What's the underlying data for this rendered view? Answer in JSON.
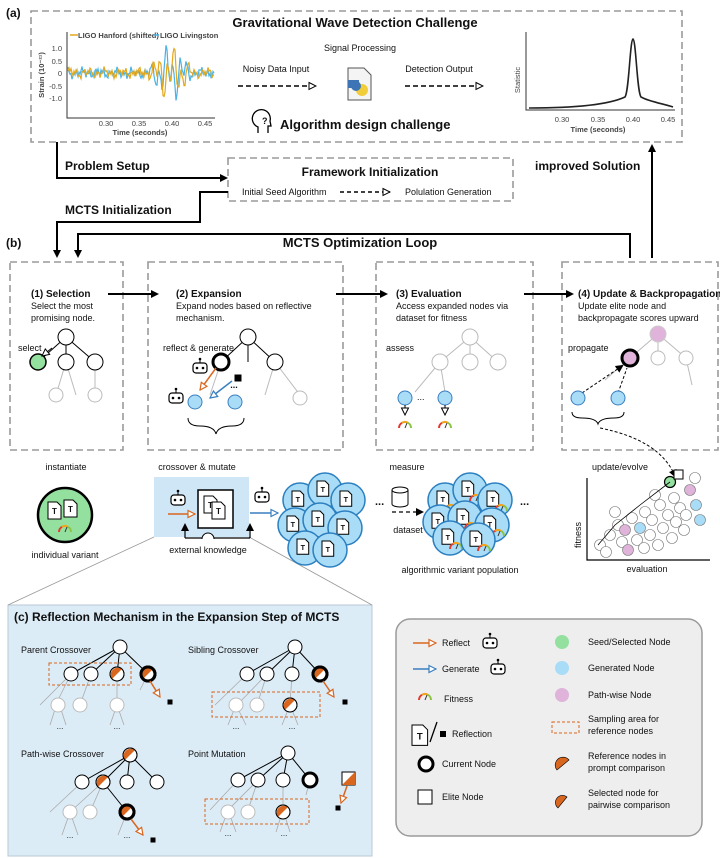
{
  "panel_a": {
    "label": "(a)",
    "title": "Gravitational Wave Detection Challenge",
    "legend_hanford": "LIGO Hanford (shifted)",
    "legend_livingston": "LIGO Livingston",
    "strain_ylabel": "Strain (10⁻²¹)",
    "strain_yticks": [
      "1.0",
      "0.5",
      "0",
      "-0.5",
      "-1.0"
    ],
    "xticks": [
      "0.30",
      "0.35",
      "0.40",
      "0.45"
    ],
    "xlabel": "Time (seconds)",
    "signal_processing": "Signal Processing",
    "noisy_input": "Noisy Data Input",
    "detection_output": "Detection Output",
    "challenge": "Algorithm design challenge",
    "statistic_ylabel": "Statistic",
    "colors": {
      "hanford": "#e3a81b",
      "livingston": "#48b3e6"
    }
  },
  "flow": {
    "problem_setup": "Problem Setup",
    "framework_title": "Framework Initialization",
    "seed": "Initial Seed Algorithm",
    "population": "Polulation Generation",
    "mcts_init": "MCTS Initialization",
    "improved": "improved Solution"
  },
  "panel_b": {
    "label": "(b)",
    "loop_title": "MCTS Optimization Loop",
    "steps": [
      {
        "title": "(1) Selection",
        "desc1": "Select the most",
        "desc2": "promising node.",
        "action": "select",
        "below": "instantiate"
      },
      {
        "title": "(2) Expansion",
        "desc1": "Expand nodes based on reflective",
        "desc2": "mechanism.",
        "action": "reflect & generate",
        "below": "crossover & mutate"
      },
      {
        "title": "(3) Evaluation",
        "desc1": "Access expanded nodes via",
        "desc2": "dataset for fitness",
        "action": "assess",
        "below": "measure"
      },
      {
        "title": "(4) Update & Backpropagation",
        "desc1": "Update elite node and",
        "desc2": "backpropagate scores upward",
        "action": "propagate",
        "below": "update/evolve"
      }
    ],
    "individual_variant": "individual variant",
    "external_knowledge": "external knowledge",
    "dataset": "dataset",
    "population": "algorithmic variant population",
    "scatter_ylabel": "fitness",
    "scatter_xlabel": "evaluation",
    "ellipsis": "..."
  },
  "panel_c": {
    "title": "(c) Reflection Mechanism in the Expansion Step of MCTS",
    "ops": [
      "Parent Crossover",
      "Sibling Crossover",
      "Path-wise Crossover",
      "Point Mutation"
    ],
    "ellipsis": "..."
  },
  "legend": {
    "reflect": "Reflect",
    "generate": "Generate",
    "fitness": "Fitness",
    "reflection": "Reflection",
    "current": "Current Node",
    "elite": "Elite Node",
    "seed": "Seed/Selected Node",
    "generated": "Generated Node",
    "pathwise": "Path-wise Node",
    "sampling1": "Sampling area for",
    "sampling2": "reference nodes",
    "reference1": "Reference nodes in",
    "reference2": "prompt comparison",
    "selected1": "Selected node for",
    "selected2": "pairwise comparison"
  },
  "colors": {
    "orange": "#d9661f",
    "blue": "#3a7fc1",
    "seed_green": "#93e09f",
    "generated_blue": "#a9dcf6",
    "pathwise_pink": "#dfb3da",
    "panel_c_bg": "#dcecf7",
    "legend_bg": "#eeeeee"
  }
}
